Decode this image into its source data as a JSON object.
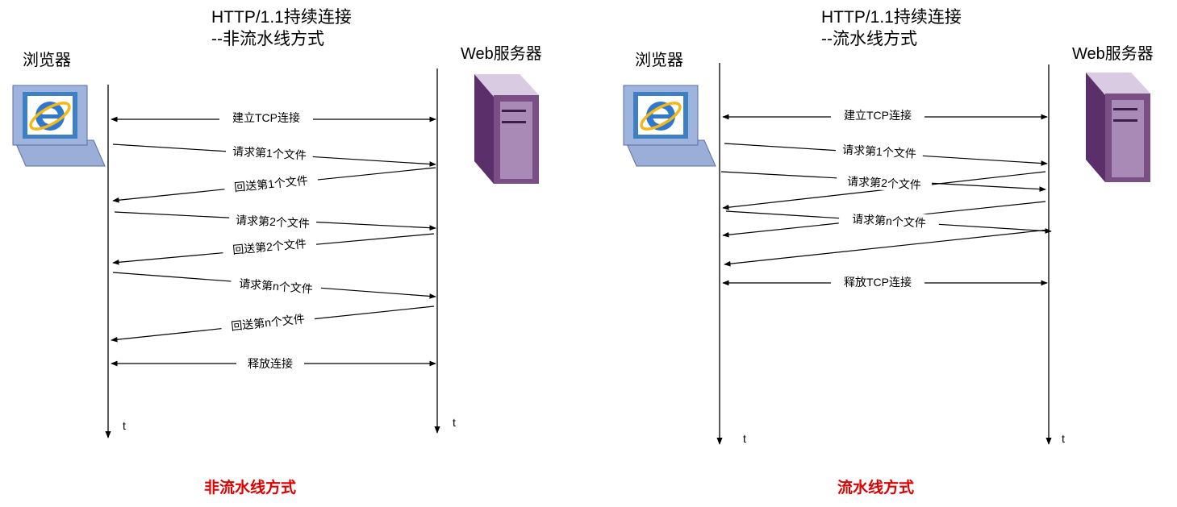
{
  "left": {
    "title_line1": "HTTP/1.1持续连接",
    "title_line2": "--非流水线方式",
    "client": "浏览器",
    "server": "Web服务器",
    "messages": [
      "建立TCP连接",
      "请求第1个文件",
      "回送第1个文件",
      "请求第2个文件",
      "回送第2个文件",
      "请求第n个文件",
      "回送第n个文件",
      "释放连接"
    ],
    "time_label": "t",
    "caption": "非流水线方式"
  },
  "right": {
    "title_line1": "HTTP/1.1持续连接",
    "title_line2": "--流水线方式",
    "client": "浏览器",
    "server": "Web服务器",
    "messages": [
      "建立TCP连接",
      "请求第1个文件",
      "请求第2个文件",
      "请求第n个文件",
      "释放TCP连接"
    ],
    "time_label": "t",
    "caption": "流水线方式"
  },
  "icons": {
    "client": "computer-ie-icon",
    "server": "server-tower-icon"
  },
  "colors": {
    "caption": "#e00000",
    "server_body": "#7a4f86",
    "monitor_frame": "#3f7fc4"
  }
}
